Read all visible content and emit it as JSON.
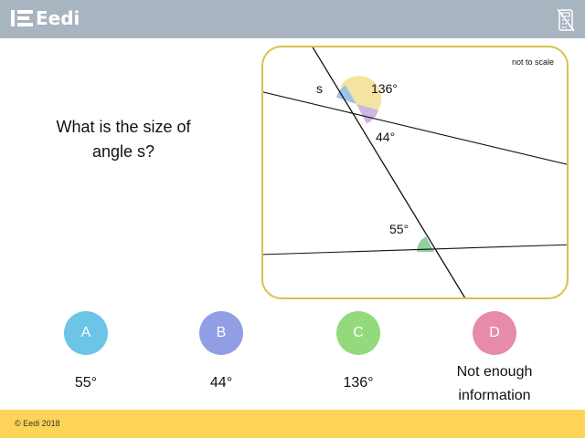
{
  "header": {
    "logo_text": "Eedi",
    "calculator_icon": "calculator-crossed-icon",
    "background": "#a9b4c1"
  },
  "question": {
    "line1": "What is the size of",
    "line2": "angle s?"
  },
  "diagram": {
    "scale_note": "not to scale",
    "labels": {
      "s": "s",
      "top_right": "136°",
      "bottom_right": "44°",
      "lower": "55°"
    },
    "colors": {
      "border": "#d8c24a",
      "angle_s": "#9ec3e6",
      "angle_136": "#f5e3a0",
      "angle_44": "#cdb6e0",
      "angle_55": "#8fcf9e"
    }
  },
  "options": [
    {
      "letter": "A",
      "color": "#6cc4e6",
      "answer": "55°"
    },
    {
      "letter": "B",
      "color": "#919ee3",
      "answer": "44°"
    },
    {
      "letter": "C",
      "color": "#93da7c",
      "answer": "136°"
    },
    {
      "letter": "D",
      "color": "#e68ca8",
      "answer_line1": "Not enough",
      "answer_line2": "information"
    }
  ],
  "footer": {
    "copyright": "© Eedi 2018",
    "background": "#fdd457"
  }
}
